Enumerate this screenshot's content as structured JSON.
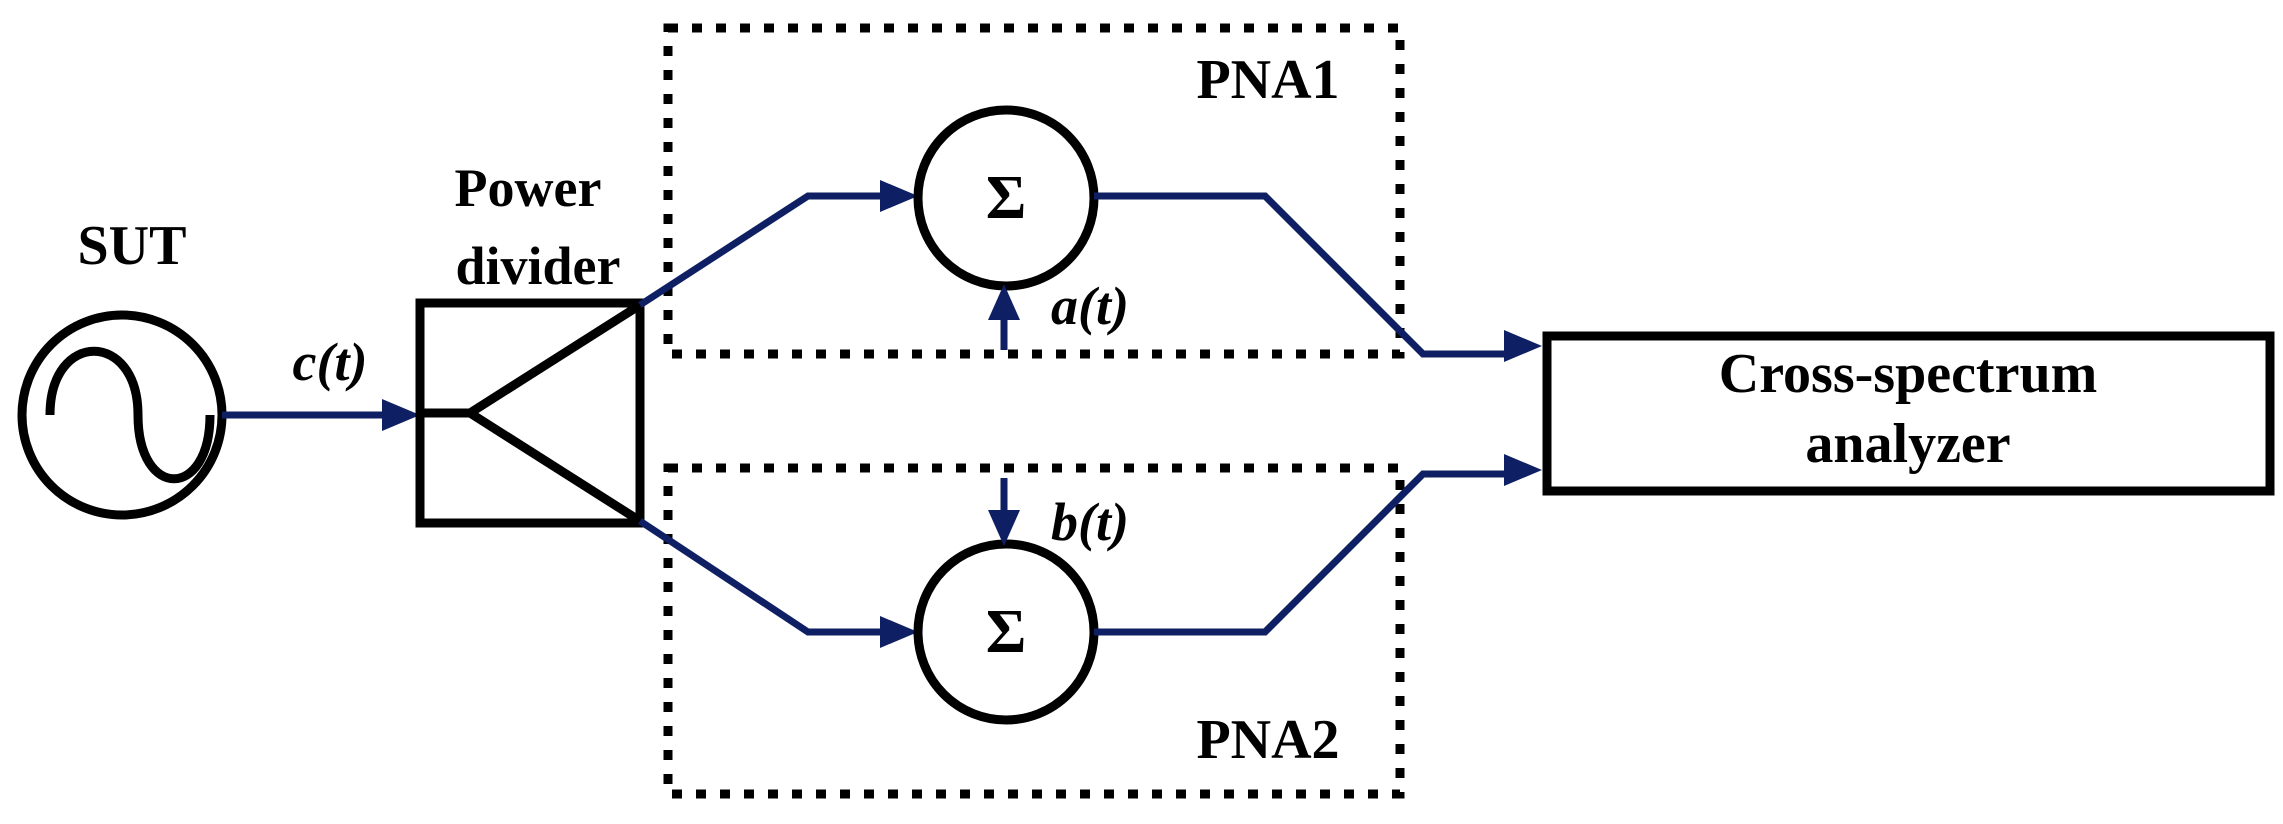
{
  "source": {
    "label": "SUT"
  },
  "signals": {
    "c": "c(t)",
    "a": "a(t)",
    "b": "b(t)"
  },
  "divider": {
    "line1": "Power",
    "line2": "divider"
  },
  "pna1": {
    "label": "PNA1",
    "summer_symbol": "Σ"
  },
  "pna2": {
    "label": "PNA2",
    "summer_symbol": "Σ"
  },
  "analyzer": {
    "line1": "Cross-spectrum",
    "line2": "analyzer"
  },
  "colors": {
    "wire": "#0f1f63",
    "outline": "#000000",
    "background": "#ffffff"
  }
}
